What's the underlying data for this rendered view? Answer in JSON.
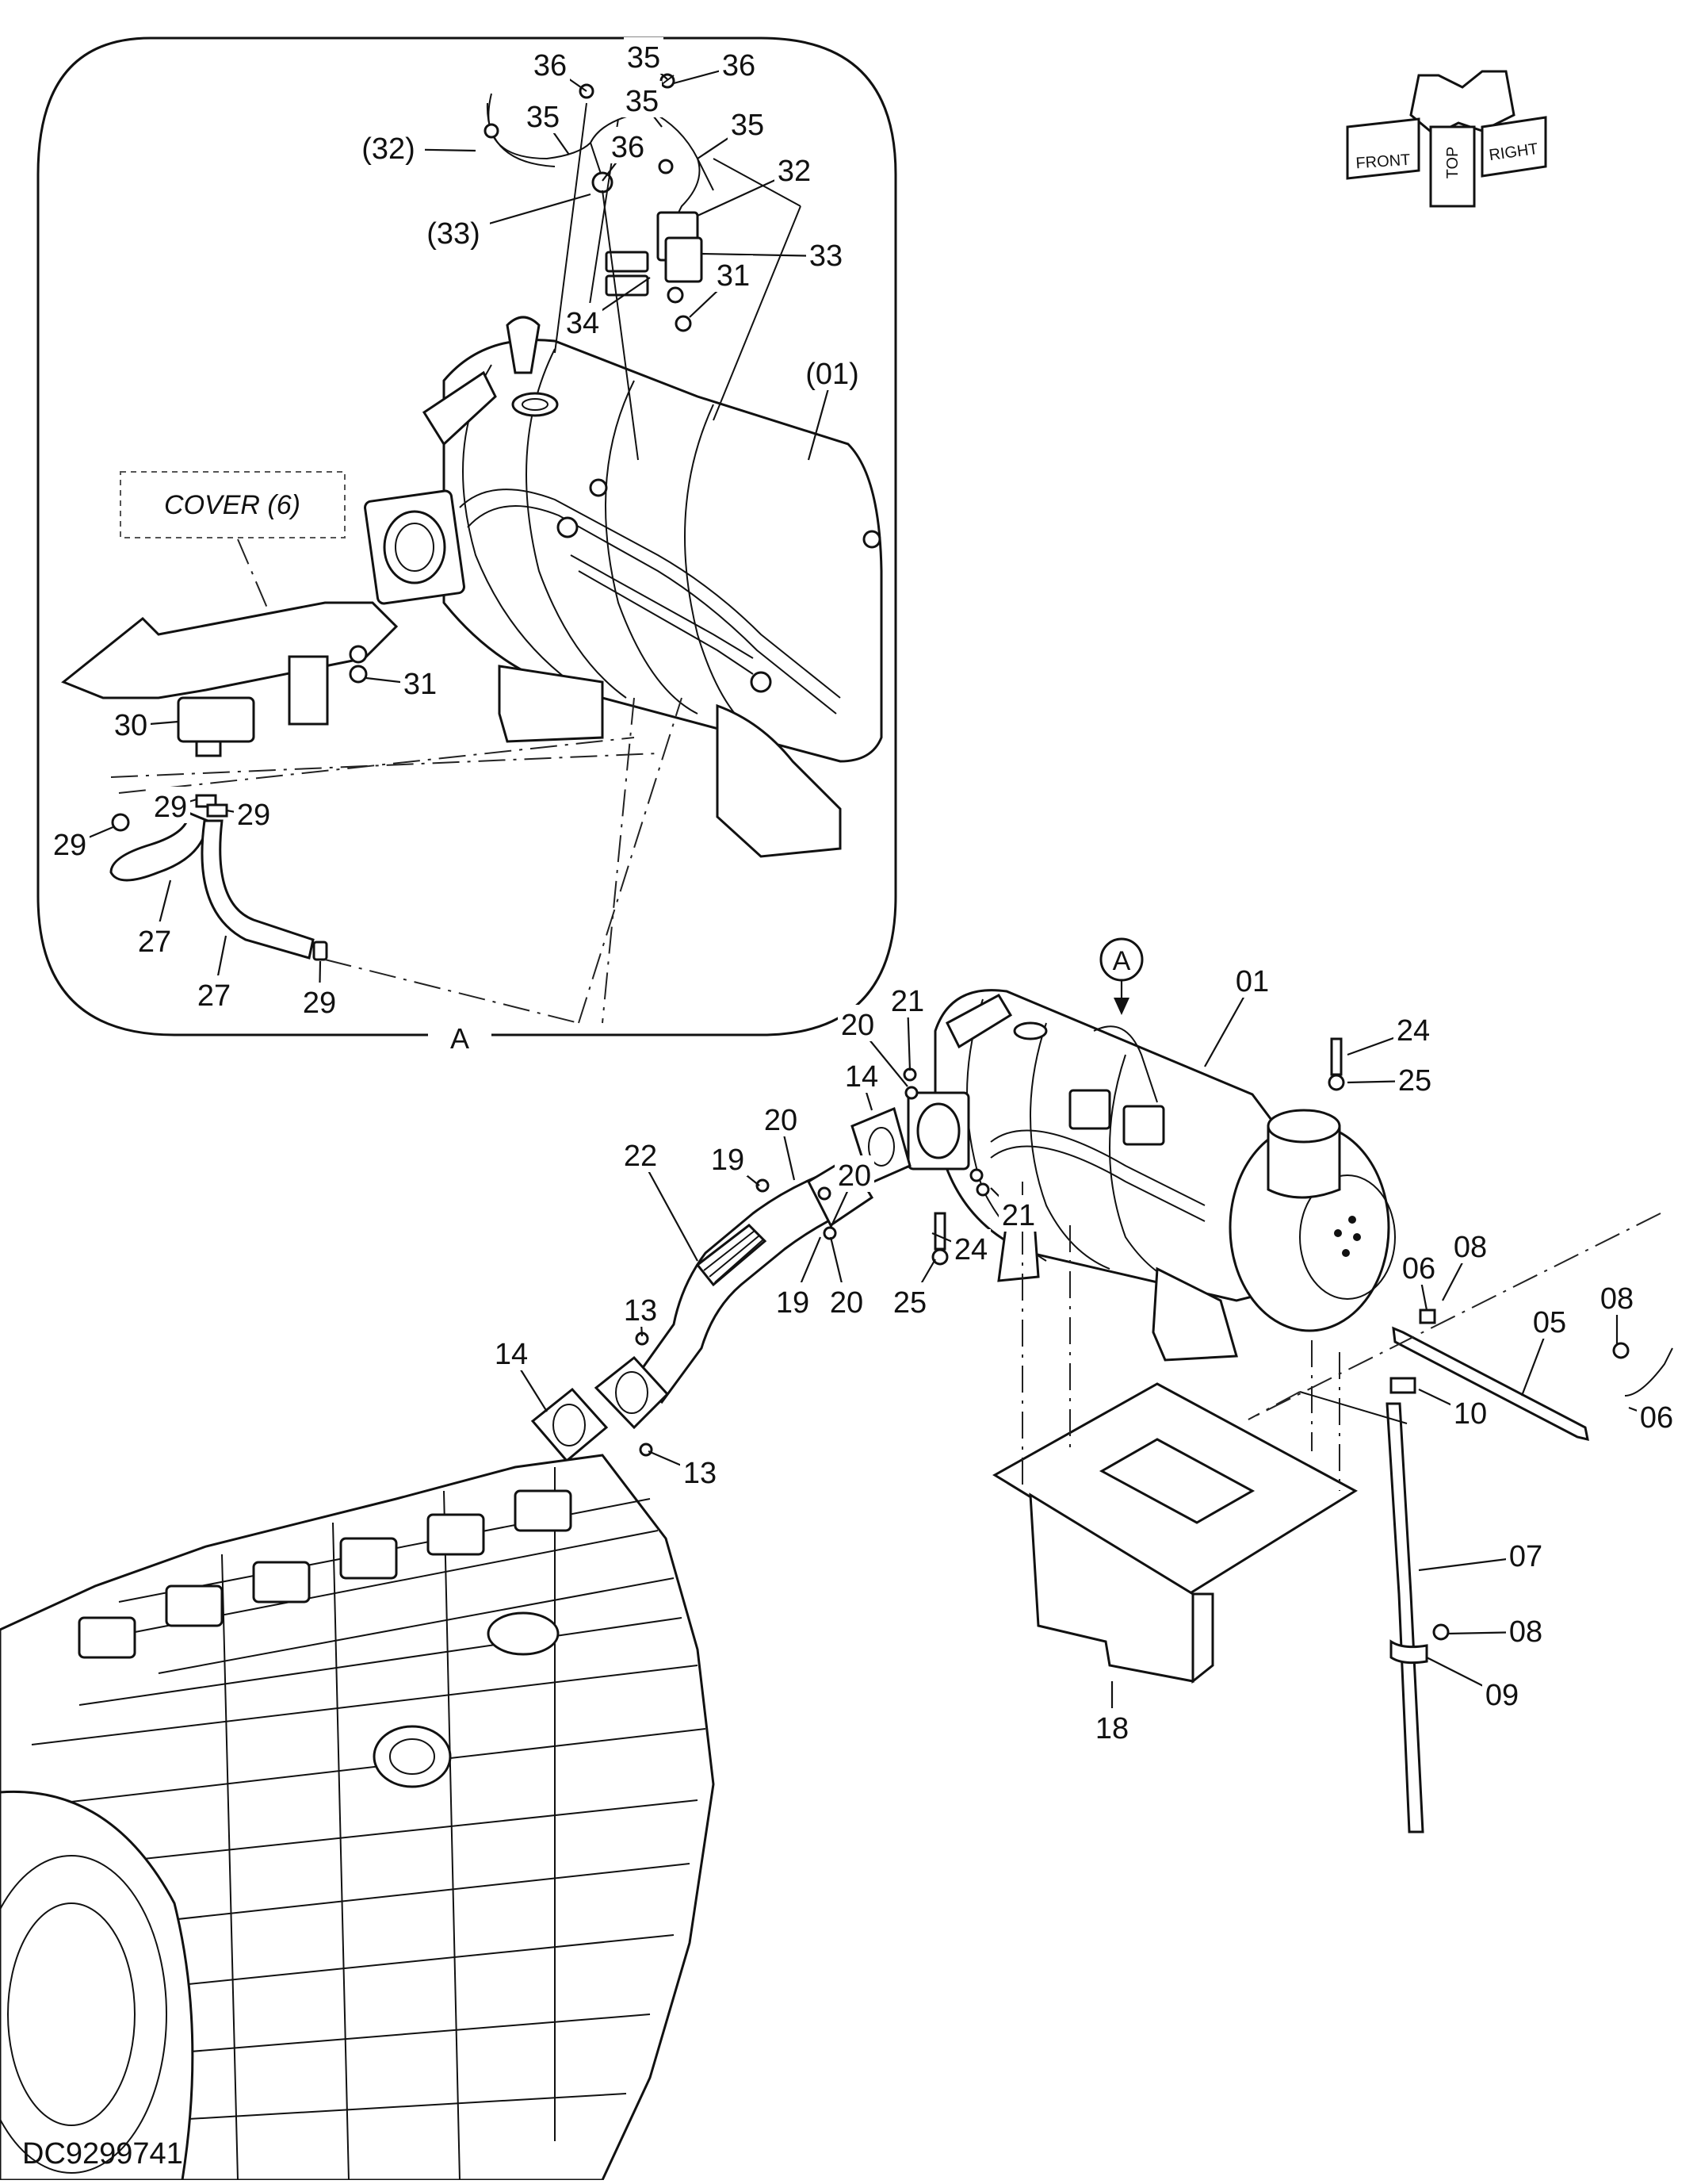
{
  "drawing_code": "DC9299741",
  "detail": {
    "letter": "A",
    "cover_label": "COVER (6)"
  },
  "orientation": {
    "front": "FRONT",
    "top": "TOP",
    "right": "RIGHT"
  },
  "callouts": [
    "36",
    "35",
    "36",
    "35",
    "36",
    "32",
    "33",
    "35",
    "35",
    "(32)",
    "(33)",
    "31",
    "34",
    "(01)",
    "31",
    "30",
    "29",
    "29",
    "29",
    "27",
    "27",
    "29",
    "01",
    "21",
    "20",
    "24",
    "25",
    "14",
    "20",
    "19",
    "22",
    "20",
    "21",
    "24",
    "19",
    "20",
    "25",
    "08",
    "06",
    "08",
    "05",
    "13",
    "14",
    "10",
    "06",
    "13",
    "07",
    "08",
    "09",
    "18"
  ],
  "colors": {
    "ink": "#111111",
    "paper": "#ffffff"
  }
}
